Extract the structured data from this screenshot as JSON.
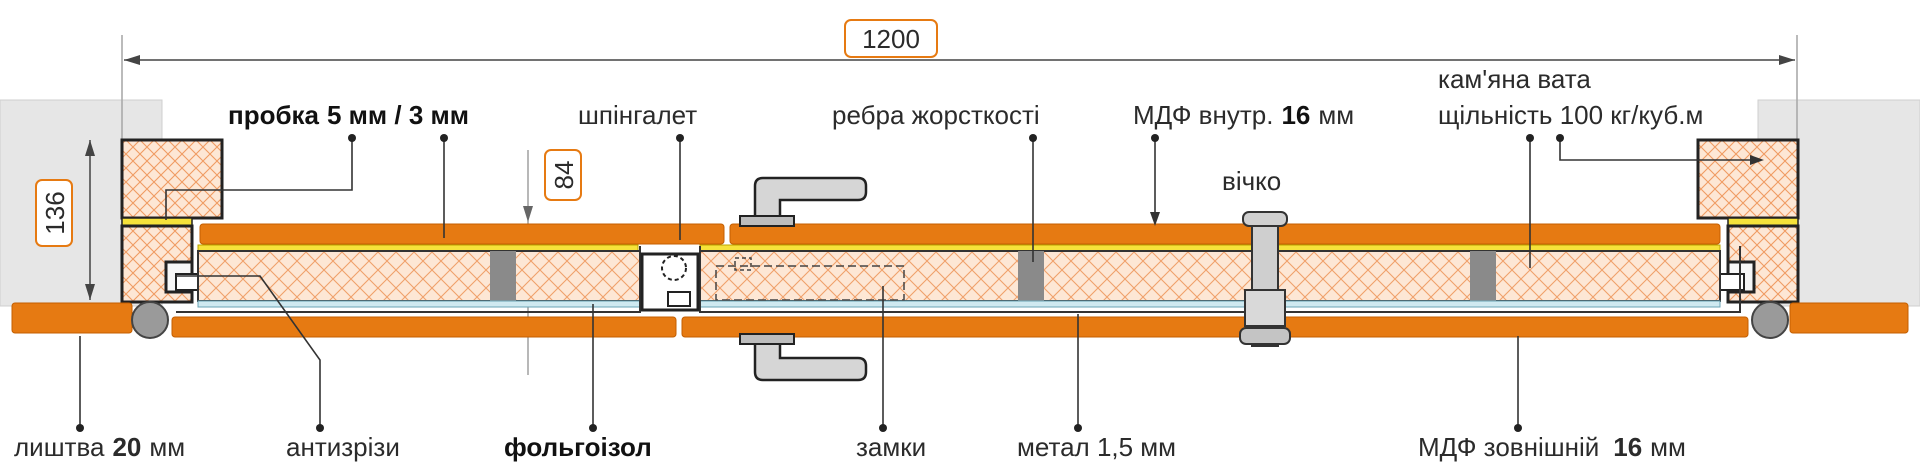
{
  "dimensions": {
    "width_label": "1200",
    "frame_height_label": "136",
    "leaf_thickness_label": "84"
  },
  "labels": {
    "cork": {
      "prefix": "пробка",
      "value": "5 мм / 3 мм"
    },
    "latch": "шпінгалет",
    "ribs": "ребра жорсткості",
    "mdf_inner": {
      "prefix": "МДФ внутр.",
      "value": "16",
      "unit": "мм"
    },
    "wool_line1": "кам'яна вата",
    "wool_line2": "щільність 100 кг/куб.м",
    "peephole": "вічко",
    "trim": {
      "prefix": "лиштва",
      "value": "20",
      "unit": "мм"
    },
    "anti_cut": "антизрізи",
    "foil": "фольгоізол",
    "locks": "замки",
    "metal": "метал 1,5 мм",
    "mdf_outer": {
      "prefix": "МДФ  зовнішній",
      "value": "16",
      "unit": "мм"
    }
  },
  "colors": {
    "orange": "#e67a12",
    "orange_dark": "#c45f00",
    "wool_fill": "#fde3cf",
    "wool_hatch": "#f0a06a",
    "yellow_cork": "#f6e23a",
    "foil_blue": "#cfe9f0",
    "wall_gray": "#e6e6e6",
    "rib_gray": "#8a8a8a",
    "dim_box": "#e67a12"
  }
}
